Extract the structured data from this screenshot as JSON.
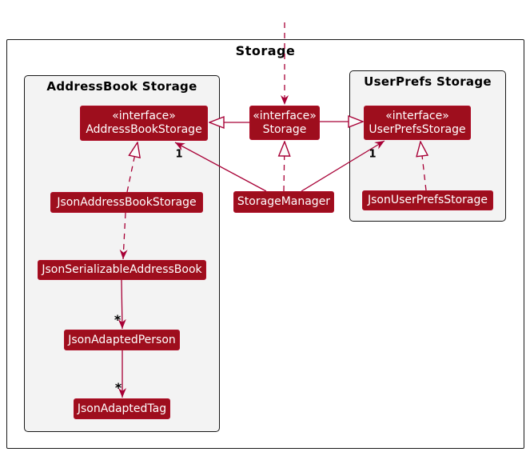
{
  "diagram": {
    "type": "uml-class-diagram",
    "frame_title": "Storage"
  },
  "packages": {
    "addressbook": {
      "title": "AddressBook Storage"
    },
    "userprefs": {
      "title": "UserPrefs Storage"
    }
  },
  "nodes": {
    "addressBookStorage": {
      "stereotype": "«interface»",
      "name": "AddressBookStorage"
    },
    "storage": {
      "stereotype": "«interface»",
      "name": "Storage"
    },
    "userPrefsStorage": {
      "stereotype": "«interface»",
      "name": "UserPrefsStorage"
    },
    "jsonAddressBookStorage": {
      "name": "JsonAddressBookStorage"
    },
    "storageManager": {
      "name": "StorageManager"
    },
    "jsonUserPrefsStorage": {
      "name": "JsonUserPrefsStorage"
    },
    "jsonSerializableAddressBook": {
      "name": "JsonSerializableAddressBook"
    },
    "jsonAdaptedPerson": {
      "name": "JsonAdaptedPerson"
    },
    "jsonAdaptedTag": {
      "name": "JsonAdaptedTag"
    }
  },
  "edge_labels": {
    "storageManager_to_addressBookStorage_multiplicity": "1",
    "storageManager_to_userPrefsStorage_multiplicity": "1",
    "serializableAddressBook_to_adaptedPerson_multiplicity": "*",
    "adaptedPerson_to_adaptedTag_multiplicity": "*"
  },
  "colors": {
    "node_fill": "#9E0E1D",
    "node_border": "#AE0E28",
    "node_text": "#FFFFFF",
    "edge": "#A80036",
    "package_fill": "#F3F3F3",
    "border_black": "#181818",
    "background": "#FFFFFF"
  }
}
